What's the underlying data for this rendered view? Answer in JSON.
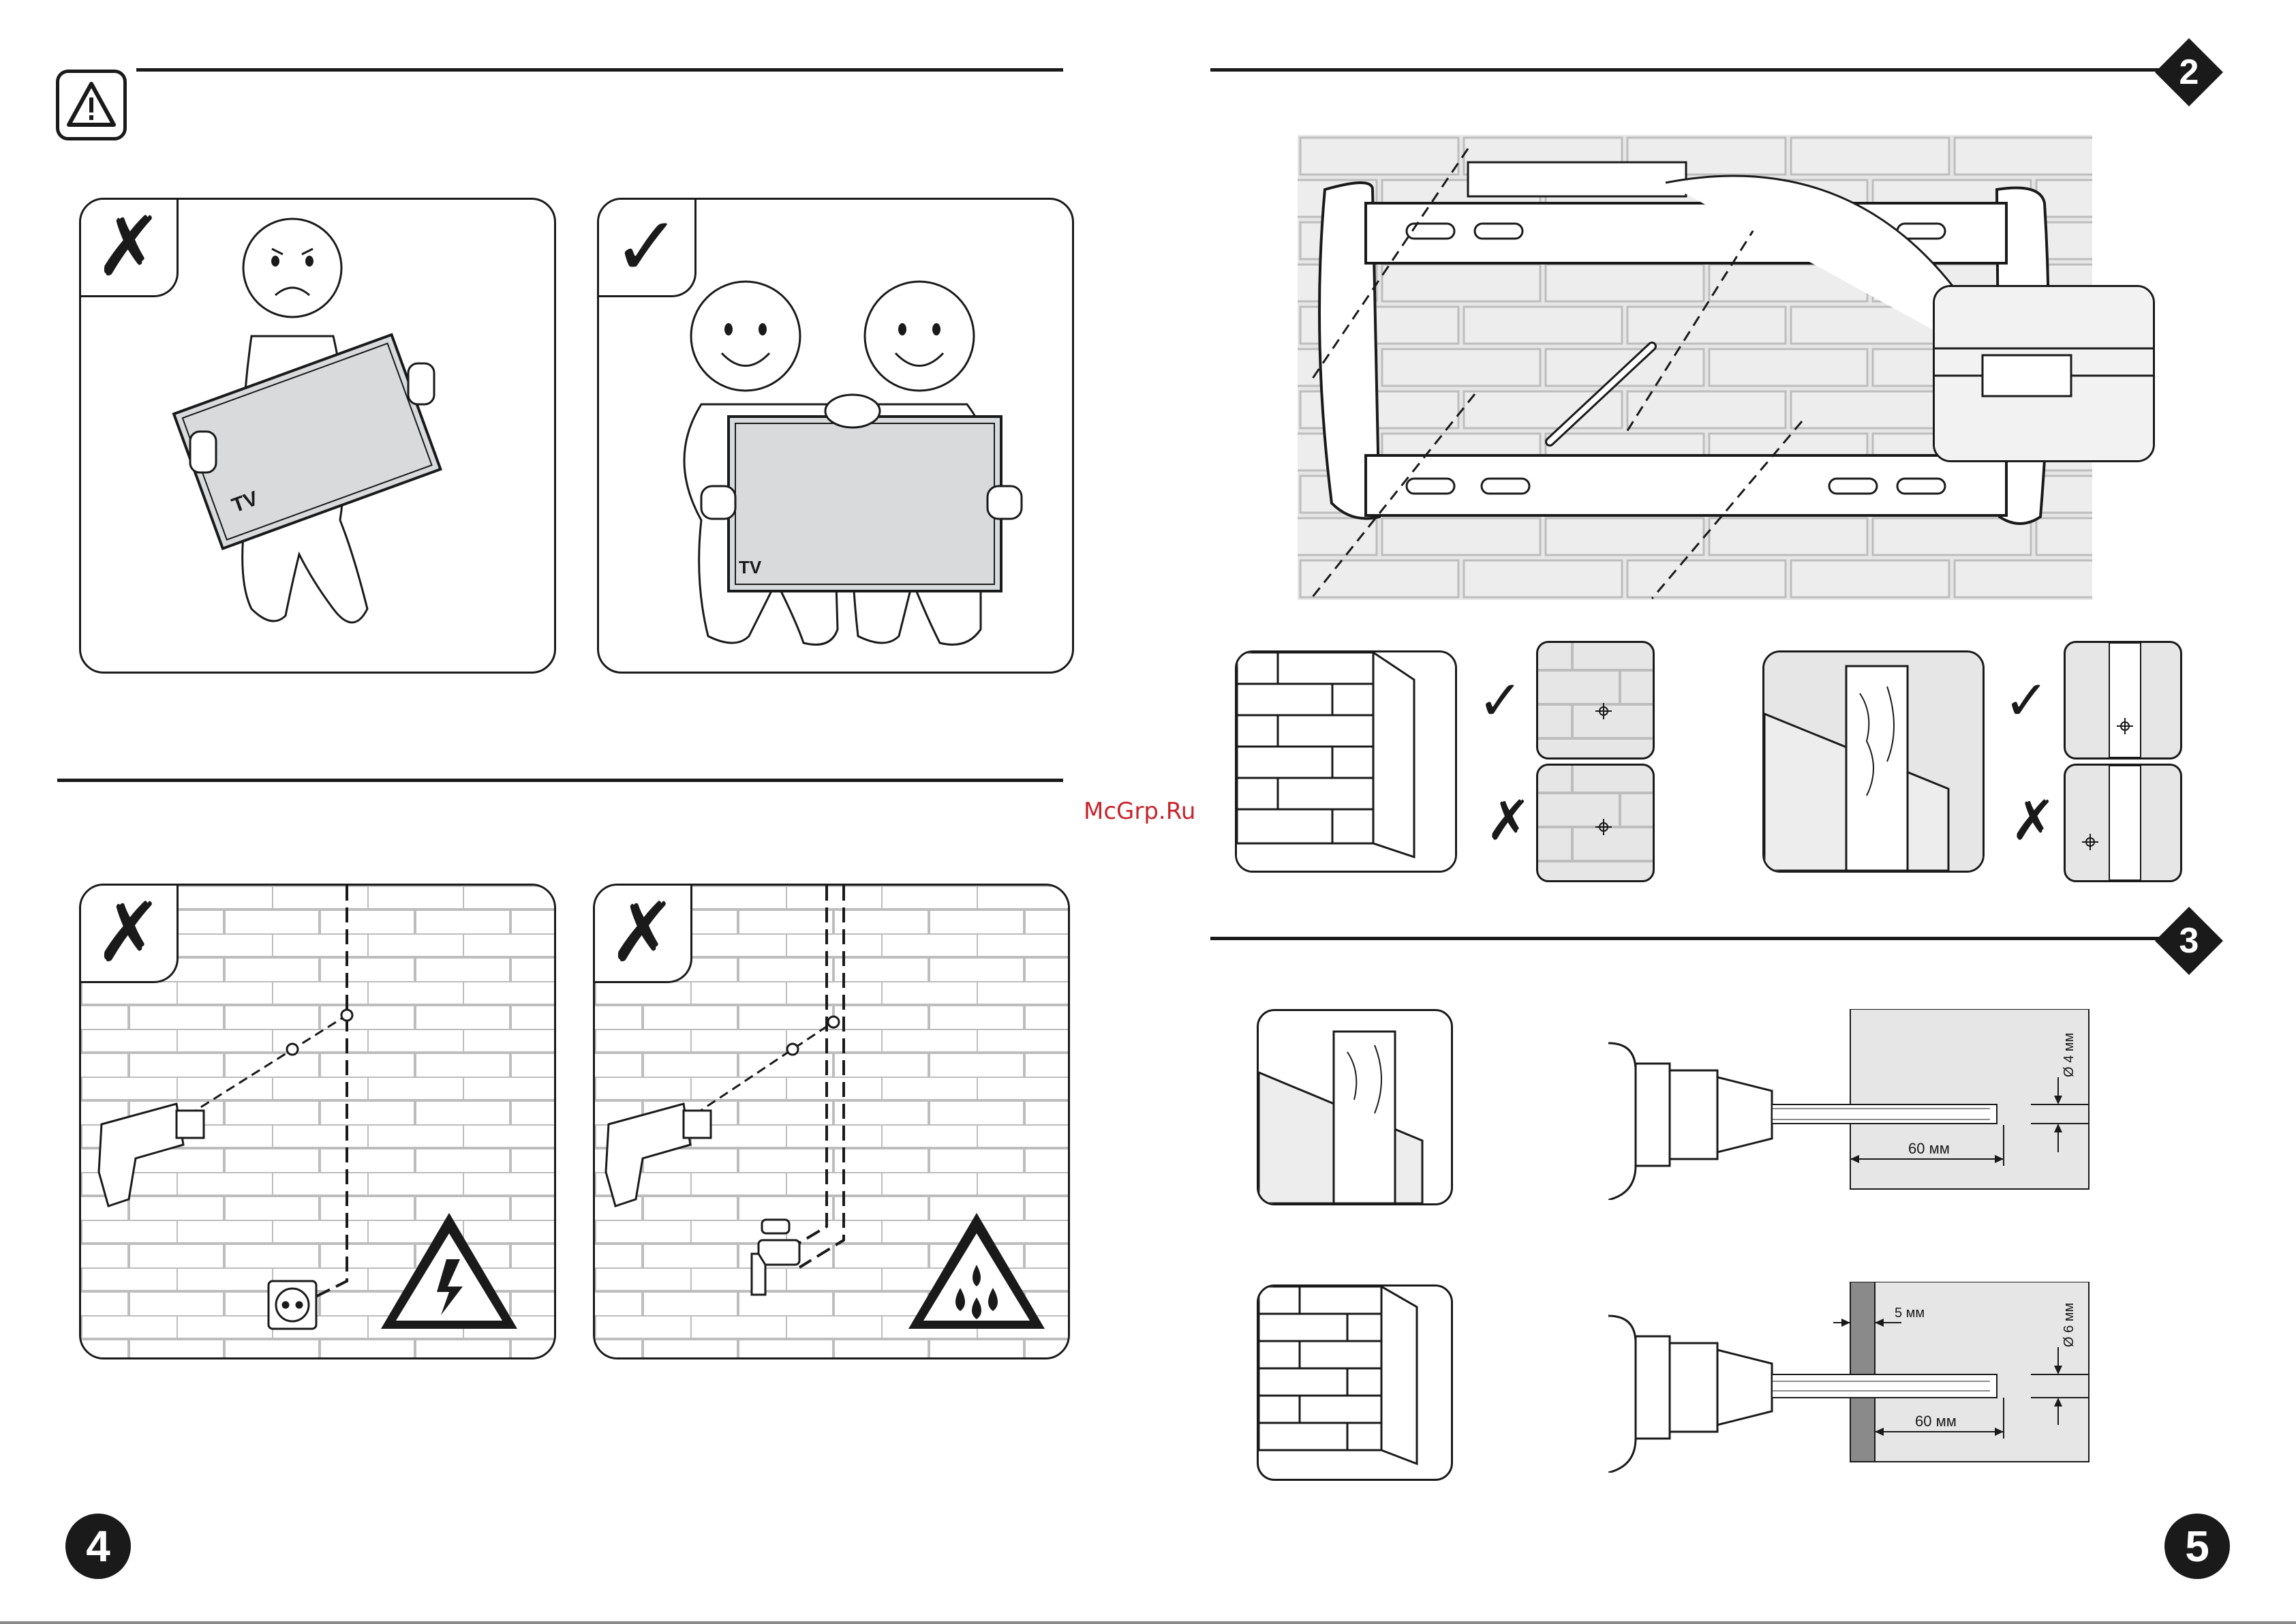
{
  "page_left": {
    "page_number": "4",
    "warning_icon": "warning-triangle-icon",
    "row1": {
      "left": {
        "mark": "✗",
        "label": "TV"
      },
      "right": {
        "mark": "✓",
        "label": "TV"
      }
    },
    "row2": {
      "left": {
        "mark": "✗",
        "hazard_icon": "electric-hazard-icon"
      },
      "right": {
        "mark": "✗",
        "hazard_icon": "water-hazard-icon"
      }
    }
  },
  "page_right": {
    "page_number": "5",
    "step2": {
      "number": "2"
    },
    "step3": {
      "number": "3",
      "drill_top": {
        "depth_label": "60 мм",
        "diameter_label": "Ø 4 мм"
      },
      "drill_bottom": {
        "depth_label": "60 мм",
        "diameter_label": "Ø 6 мм",
        "plaster_label": "5 мм"
      }
    },
    "wall_checks": {
      "brick": {
        "ok_mark": "✓",
        "bad_mark": "✗"
      },
      "wood": {
        "ok_mark": "✓",
        "bad_mark": "✗"
      }
    }
  },
  "watermark": "McGrp.Ru",
  "colors": {
    "ink": "#1a1a1a",
    "wall": "#e6e6e6",
    "tv": "#d9dadc",
    "watermark": "#c8242b"
  }
}
